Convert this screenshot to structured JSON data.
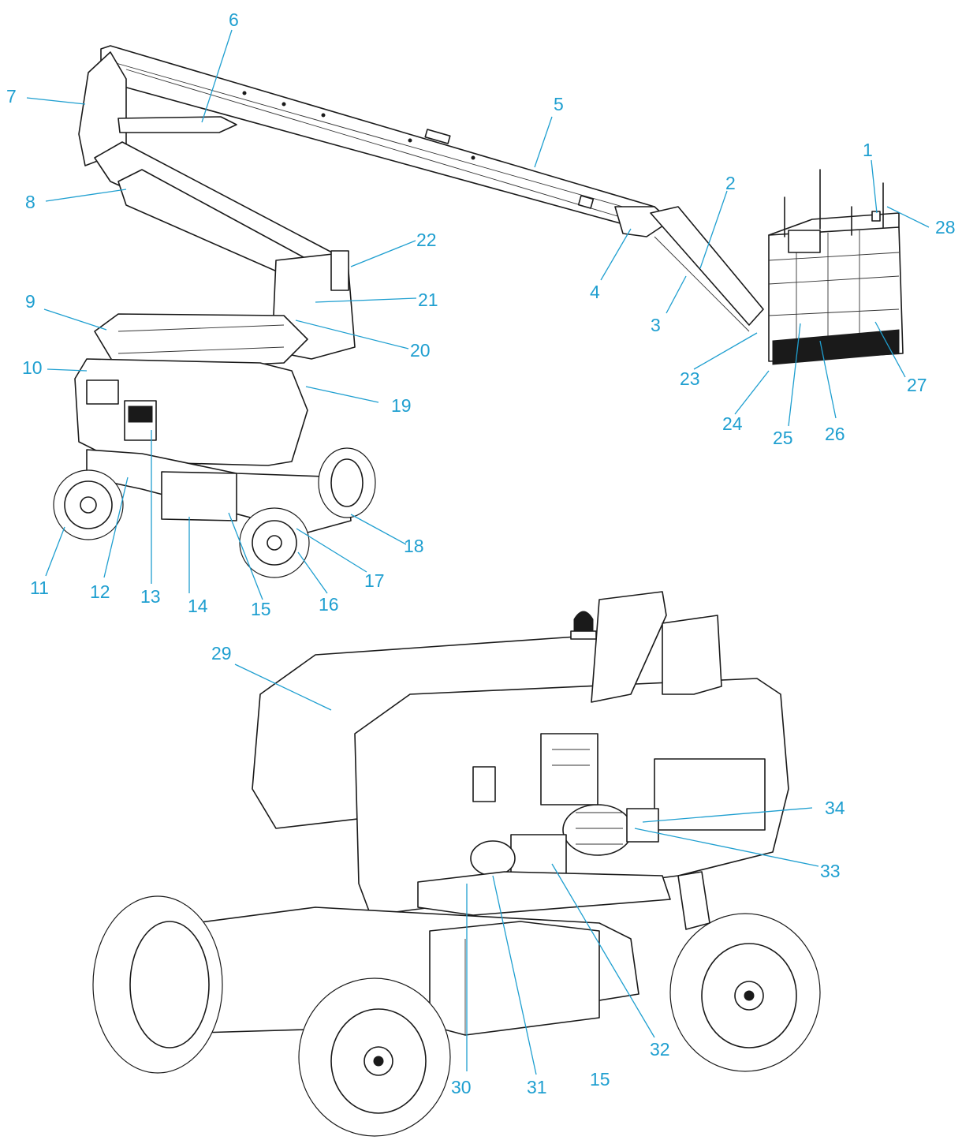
{
  "colors": {
    "callout": "#1f9fd0",
    "line_art": "#1a1a1a",
    "background": "#ffffff"
  },
  "callouts": [
    {
      "id": "1",
      "label": "1"
    },
    {
      "id": "2",
      "label": "2"
    },
    {
      "id": "3",
      "label": "3"
    },
    {
      "id": "4",
      "label": "4"
    },
    {
      "id": "5",
      "label": "5"
    },
    {
      "id": "6",
      "label": "6"
    },
    {
      "id": "7",
      "label": "7"
    },
    {
      "id": "8",
      "label": "8"
    },
    {
      "id": "9",
      "label": "9"
    },
    {
      "id": "10",
      "label": "10"
    },
    {
      "id": "11",
      "label": "11"
    },
    {
      "id": "12",
      "label": "12"
    },
    {
      "id": "13",
      "label": "13"
    },
    {
      "id": "14",
      "label": "14"
    },
    {
      "id": "15",
      "label": "15"
    },
    {
      "id": "16",
      "label": "16"
    },
    {
      "id": "17",
      "label": "17"
    },
    {
      "id": "18",
      "label": "18"
    },
    {
      "id": "19",
      "label": "19"
    },
    {
      "id": "20",
      "label": "20"
    },
    {
      "id": "21",
      "label": "21"
    },
    {
      "id": "22",
      "label": "22"
    },
    {
      "id": "23",
      "label": "23"
    },
    {
      "id": "24",
      "label": "24"
    },
    {
      "id": "25",
      "label": "25"
    },
    {
      "id": "26",
      "label": "26"
    },
    {
      "id": "27",
      "label": "27"
    },
    {
      "id": "28",
      "label": "28"
    },
    {
      "id": "29",
      "label": "29"
    },
    {
      "id": "30",
      "label": "30"
    },
    {
      "id": "31",
      "label": "31"
    },
    {
      "id": "15b",
      "label": "15"
    },
    {
      "id": "32",
      "label": "32"
    },
    {
      "id": "33",
      "label": "33"
    },
    {
      "id": "34",
      "label": "34"
    }
  ]
}
